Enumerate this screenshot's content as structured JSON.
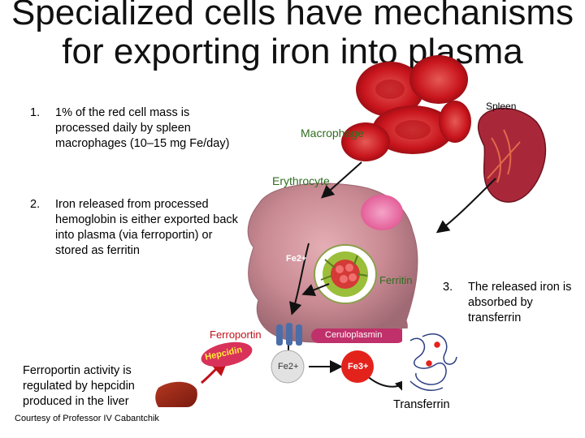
{
  "title": "Specialized cells have mechanisms for exporting iron into plasma",
  "steps": [
    {
      "num": "1.",
      "text": "1% of the red cell mass is processed daily by spleen macrophages (10–15 mg Fe/day)"
    },
    {
      "num": "2.",
      "text": "Iron released from processed hemoglobin is either exported back into plasma (via ferroportin) or stored as ferritin"
    },
    {
      "num": "3.",
      "text": "The released iron is absorbed by transferrin"
    }
  ],
  "labels": {
    "spleen": "Spleen",
    "macrophage": "Macrophage",
    "erythrocyte": "Erythrocyte",
    "fe_inside": "Fe2+",
    "ferritin": "Ferritin",
    "ferroportin": "Ferroportin",
    "ceruloplasmin": "Ceruloplasmin",
    "hepcidin": "Hepcidin",
    "fe2_out": "Fe2+",
    "fe3_out": "Fe3+",
    "transferrin": "Transferrin"
  },
  "regulation_note": "Ferroportin activity is regulated by hepcidin produced in the liver",
  "credit": "Courtesy of Professor IV Cabantchik",
  "colors": {
    "macrophage": "#c98a93",
    "erythrocyte": "#c8141c",
    "green_label": "#2e6e1f",
    "ceruloplasmin_bar": "#c0306a",
    "hepcidin_blob": "#d8325a"
  }
}
